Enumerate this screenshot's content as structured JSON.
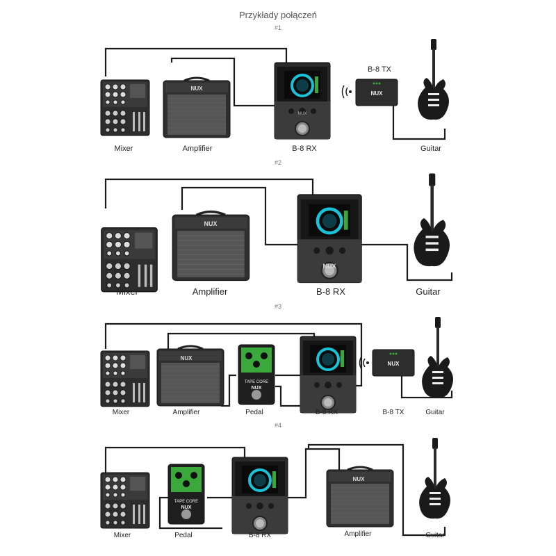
{
  "title": "Przykłady połączeń",
  "brand": "NUX",
  "diagrams": [
    {
      "number": "#1",
      "labels": {
        "mixer": "Mixer",
        "amplifier": "Amplifier",
        "rx": "B-8 RX",
        "tx": "B-8 TX",
        "guitar": "Guitar"
      }
    },
    {
      "number": "#2",
      "labels": {
        "mixer": "Mixer",
        "amplifier": "Amplifier",
        "rx": "B-8 RX",
        "guitar": "Guitar"
      }
    },
    {
      "number": "#3",
      "labels": {
        "mixer": "Mixer",
        "amplifier": "Amplifier",
        "pedal": "Pedal",
        "rx": "B-8 RX",
        "tx": "B-8 TX",
        "guitar": "Guitar"
      }
    },
    {
      "number": "#4",
      "labels": {
        "mixer": "Mixer",
        "pedal": "Pedal",
        "rx": "B-8 RX",
        "amplifier": "Amplifier",
        "guitar": "Guitar"
      }
    }
  ],
  "pedal_name": "TAPE CORE",
  "colors": {
    "device": "#3b3b3b",
    "screen_accent": "#19c2d6",
    "pedal_green": "#3aa83a",
    "cable": "#1a1a1a"
  }
}
